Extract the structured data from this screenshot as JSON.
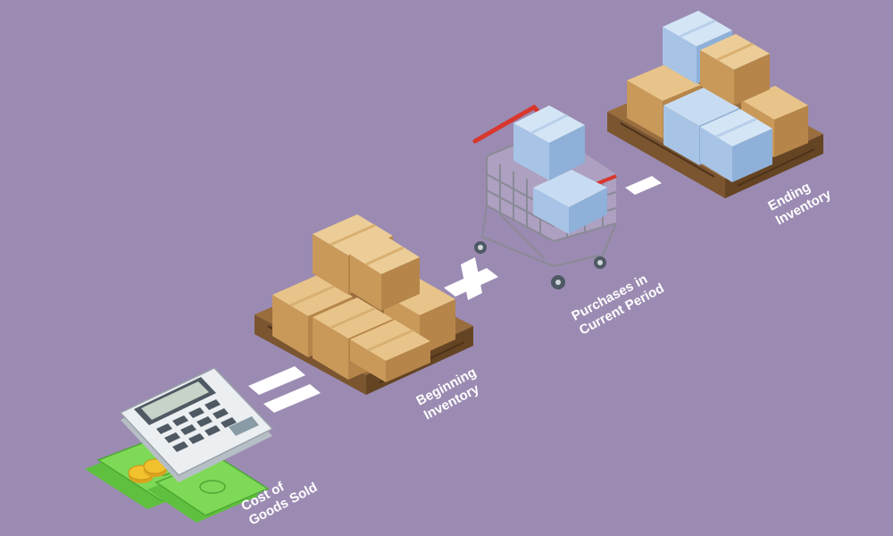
{
  "colors": {
    "background": "#9b8bb2",
    "box_top": "#e8c48a",
    "box_left": "#c9995a",
    "box_right": "#b5854a",
    "tape": "#d9b072",
    "pallet": "#7a5530",
    "blue_top": "#c7dcf2",
    "blue_left": "#a7c3e6",
    "blue_right": "#8fb0d8",
    "cart_handle": "#d8372e",
    "cart_wire": "#8a8a96",
    "money": "#7ed957",
    "coin": "#f2c12e",
    "calc_body": "#eceff1",
    "operator": "#ffffff"
  },
  "labels": {
    "cogs_line1": "Cost of",
    "cogs_line2": "Goods Sold",
    "begin_line1": "Beginning",
    "begin_line2": "Inventory",
    "purch_line1": "Purchases in",
    "purch_line2": "Current Period",
    "end_line1": "Ending",
    "end_line2": "Inventory"
  },
  "icons": {
    "calculator": "calculator-icon",
    "money": "cash-icon",
    "coins": "coins-icon",
    "cart": "shopping-cart-icon",
    "pallet": "pallet-icon",
    "box": "cardboard-box-icon"
  },
  "operators": {
    "equals": "=",
    "plus": "+",
    "minus": "-"
  }
}
